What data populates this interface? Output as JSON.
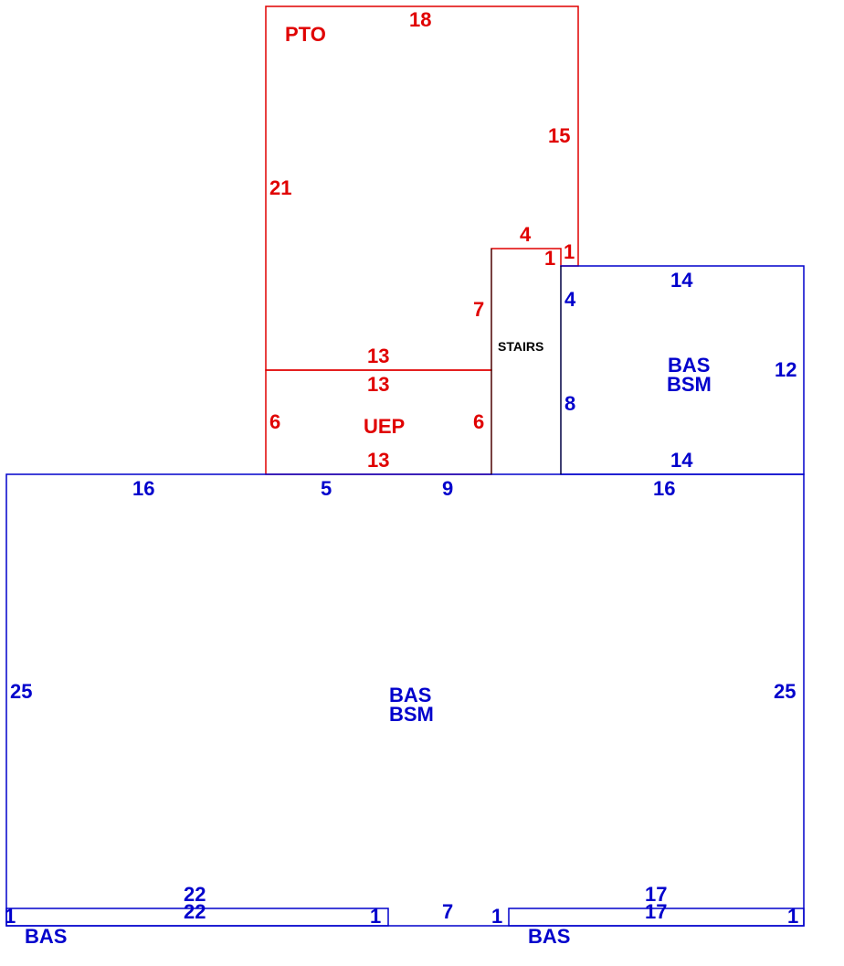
{
  "colors": {
    "red": "#e00000",
    "blue": "#0000cc",
    "black": "#000000"
  },
  "areas": {
    "pto": "PTO",
    "uep": "UEP",
    "stairs": "STAIRS",
    "main_bas": "BAS",
    "main_bsm": "BSM",
    "right_bas": "BAS",
    "right_bsm": "BSM",
    "bottom_left_bas": "BAS",
    "bottom_right_bas": "BAS"
  },
  "dimensions": {
    "pto_top": "18",
    "pto_right": "15",
    "pto_left": "21",
    "pto_step_top": "4",
    "pto_step_right": "1",
    "pto_step_inner": "1",
    "pto_inner_right": "7",
    "pto_bottom": "13",
    "uep_top": "13",
    "uep_left": "6",
    "uep_right": "6",
    "uep_bottom": "13",
    "right_top": "14",
    "right_left_upper": "4",
    "right_left_lower": "8",
    "right_right": "12",
    "right_bottom": "14",
    "main_top_left": "16",
    "main_top_mid1": "5",
    "main_top_mid2": "9",
    "main_top_right": "16",
    "main_left": "25",
    "main_right": "25",
    "bl_top_outer": "22",
    "bl_top_inner": "22",
    "bl_left": "1",
    "bl_right": "1",
    "bottom_gap": "7",
    "br_top_outer": "17",
    "br_top_inner": "17",
    "br_left": "1",
    "br_right": "1"
  }
}
